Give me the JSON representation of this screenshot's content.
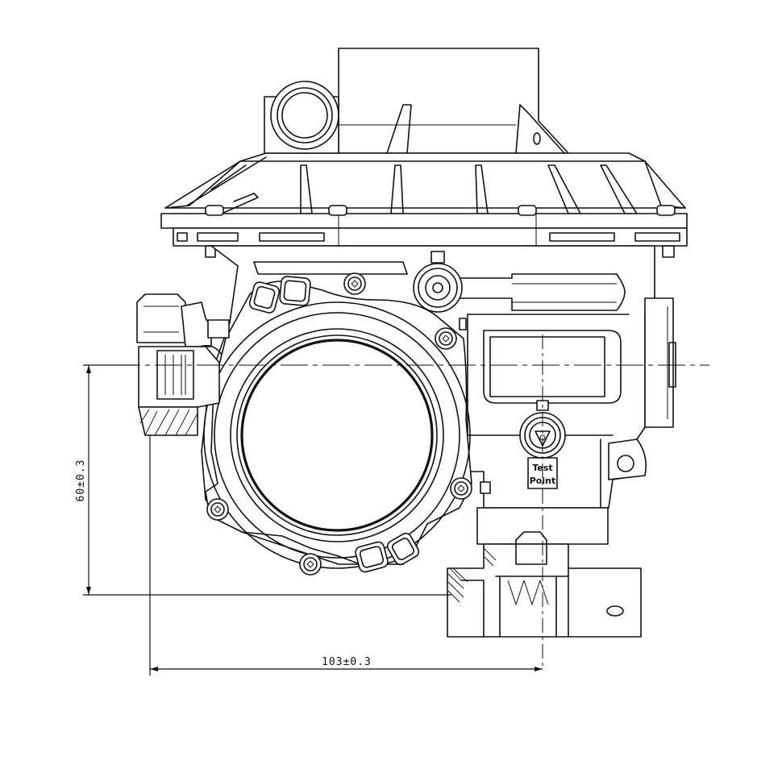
{
  "dimensions": {
    "vertical": "60±0.3",
    "horizontal": "103±0.3"
  },
  "labels": {
    "test_point_line1": "Test",
    "test_point_line2": "Point"
  }
}
